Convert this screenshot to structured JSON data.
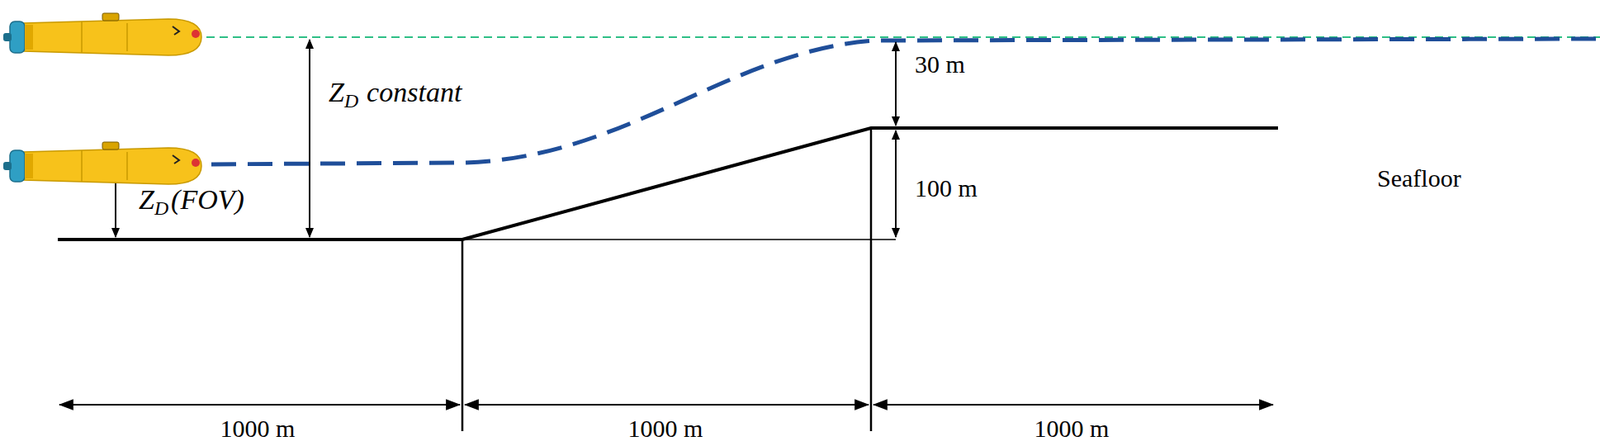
{
  "diagram": {
    "labels": [
      "Z",
      "D",
      "constant",
      "Z",
      "D",
      "(FOV)",
      "30 m",
      "100 m",
      "Seafloor",
      "1000 m",
      "1000 m",
      "1000 m"
    ]
  }
}
